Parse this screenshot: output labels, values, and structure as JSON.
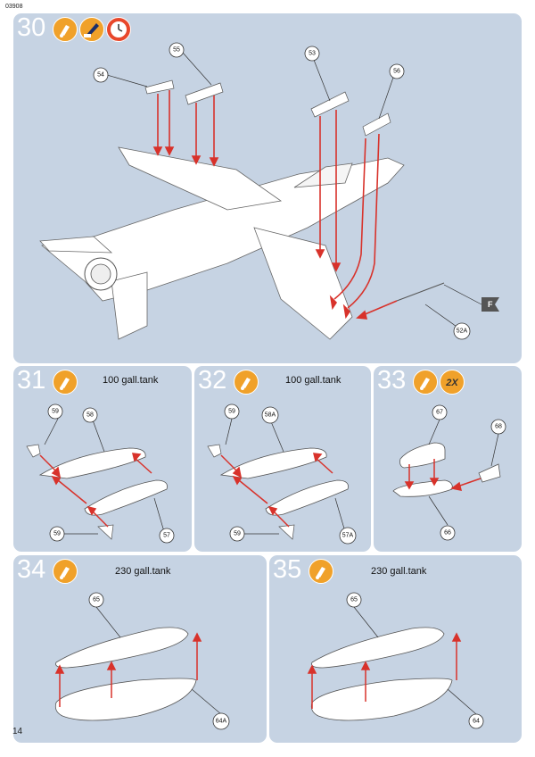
{
  "header": {
    "code": "03908"
  },
  "footer": {
    "page_number": "14"
  },
  "steps": [
    {
      "number": "30",
      "title": "",
      "callouts": [
        "54",
        "55",
        "53",
        "56",
        "52A"
      ],
      "flag": "F"
    },
    {
      "number": "31",
      "title": "100 gall.tank",
      "callouts": [
        "59",
        "58",
        "59",
        "57"
      ]
    },
    {
      "number": "32",
      "title": "100 gall.tank",
      "callouts": [
        "59",
        "58A",
        "59",
        "57A"
      ]
    },
    {
      "number": "33",
      "title": "",
      "badge": "2X",
      "callouts": [
        "67",
        "68",
        "66"
      ]
    },
    {
      "number": "34",
      "title": "230 gall.tank",
      "callouts": [
        "65",
        "64A"
      ]
    },
    {
      "number": "35",
      "title": "230 gall.tank",
      "callouts": [
        "65",
        "64"
      ]
    }
  ],
  "colors": {
    "panel": "#c6d3e3",
    "glue_icon": "#f0a12a",
    "arrow": "#d8322b",
    "step_number": "#ffffff"
  },
  "icons": [
    "glue-icon",
    "paint-icon",
    "clock-icon",
    "glue-icon-31",
    "glue-icon-32",
    "glue-icon-33",
    "glue-icon-34",
    "glue-icon-35"
  ]
}
